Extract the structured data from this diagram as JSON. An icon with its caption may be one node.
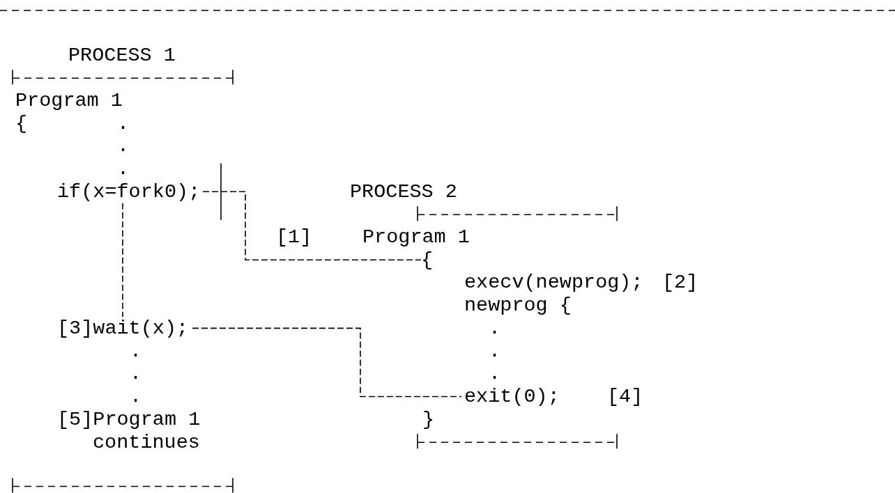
{
  "diagram": {
    "nodes": [
      {
        "text": [
          "PROCESS 1"
        ]
      },
      {
        "text": [
          "Program 1"
        ],
        "in": 0
      },
      {
        "text": [
          "if(x=fork0);"
        ],
        "in": 0
      },
      {
        "text": [
          "[3]wait(x);"
        ],
        "in": 0
      },
      {
        "text": [
          "[5]Program 1 continues"
        ],
        "in": 0
      },
      {
        "text": [
          "PROCESS 2"
        ]
      },
      {
        "text": [
          "Program 1"
        ],
        "in": 5
      },
      {
        "text": [
          "{"
        ],
        "in": 5
      },
      {
        "text": [
          "execv(newprog);"
        ],
        "in": 5,
        "beside": [
          "[2]"
        ]
      },
      {
        "text": [
          "newprog {"
        ],
        "in": 5
      },
      {
        "text": [
          "exit(0);"
        ],
        "in": 5,
        "beside": [
          "[4]"
        ]
      }
    ],
    "edges": [
      {
        "from": 2,
        "to": 7,
        "arrow": "none",
        "label": "[1]"
      },
      {
        "from": 2,
        "to": 3,
        "arrow": "none"
      },
      {
        "from": 3,
        "to": 10,
        "arrow": "none"
      }
    ],
    "labels": [
      "{",
      ".",
      ".",
      ".",
      ".",
      ".",
      ".",
      ".",
      ".",
      ".",
      "}"
    ]
  }
}
